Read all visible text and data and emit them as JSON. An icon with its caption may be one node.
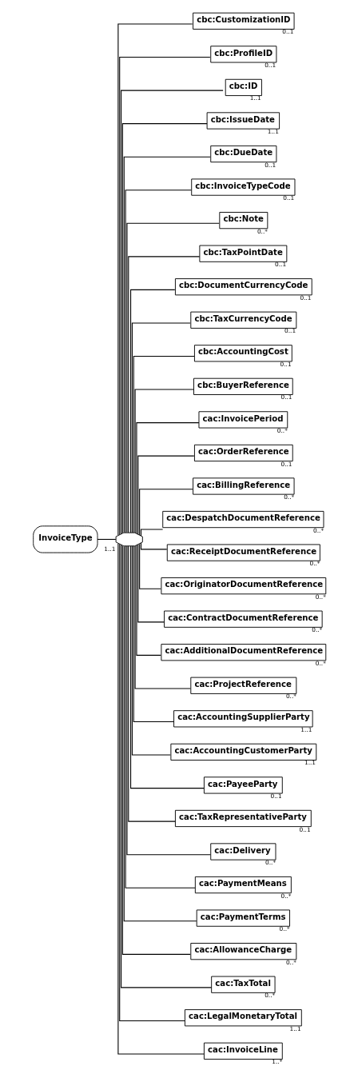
{
  "diagram": {
    "nodes": [
      {
        "text": [
          "InvoiceType"
        ]
      },
      {
        "text": [],
        "shape": "octagon",
        "beside": [
          "1..1"
        ]
      },
      {
        "text": [
          "cbc:CustomizationID"
        ],
        "beside": [
          "0..1"
        ]
      },
      {
        "text": [
          "cbc:ProfileID"
        ],
        "beside": [
          "0..1"
        ]
      },
      {
        "text": [
          "cbc:ID"
        ],
        "beside": [
          "1..1"
        ]
      },
      {
        "text": [
          "cbc:IssueDate"
        ],
        "beside": [
          "1..1"
        ]
      },
      {
        "text": [
          "cbc:DueDate"
        ],
        "beside": [
          "0..1"
        ]
      },
      {
        "text": [
          "cbc:InvoiceTypeCode"
        ],
        "beside": [
          "0..1"
        ]
      },
      {
        "text": [
          "cbc:Note"
        ],
        "beside": [
          "0..*"
        ]
      },
      {
        "text": [
          "cbc:TaxPointDate"
        ],
        "beside": [
          "0..1"
        ]
      },
      {
        "text": [
          "cbc:DocumentCurrencyCode"
        ],
        "beside": [
          "0..1"
        ]
      },
      {
        "text": [
          "cbc:TaxCurrencyCode"
        ],
        "beside": [
          "0..1"
        ]
      },
      {
        "text": [
          "cbc:AccountingCost"
        ],
        "beside": [
          "0..1"
        ]
      },
      {
        "text": [
          "cbc:BuyerReference"
        ],
        "beside": [
          "0..1"
        ]
      },
      {
        "text": [
          "cac:InvoicePeriod"
        ],
        "beside": [
          "0..*"
        ]
      },
      {
        "text": [
          "cac:OrderReference"
        ],
        "beside": [
          "0..1"
        ]
      },
      {
        "text": [
          "cac:BillingReference"
        ],
        "beside": [
          "0..*"
        ]
      },
      {
        "text": [
          "cac:DespatchDocumentReference"
        ],
        "beside": [
          "0..*"
        ]
      },
      {
        "text": [
          "cac:ReceiptDocumentReference"
        ],
        "beside": [
          "0..*"
        ]
      },
      {
        "text": [
          "cac:OriginatorDocumentReference"
        ],
        "beside": [
          "0..*"
        ]
      },
      {
        "text": [
          "cac:ContractDocumentReference"
        ],
        "beside": [
          "0..*"
        ]
      },
      {
        "text": [
          "cac:AdditionalDocumentReference"
        ],
        "beside": [
          "0..*"
        ]
      },
      {
        "text": [
          "cac:ProjectReference"
        ],
        "beside": [
          "0..*"
        ]
      },
      {
        "text": [
          "cac:AccountingSupplierParty"
        ],
        "beside": [
          "1..1"
        ]
      },
      {
        "text": [
          "cac:AccountingCustomerParty"
        ],
        "beside": [
          "1..1"
        ]
      },
      {
        "text": [
          "cac:PayeeParty"
        ],
        "beside": [
          "0..1"
        ]
      },
      {
        "text": [
          "cac:TaxRepresentativeParty"
        ],
        "beside": [
          "0..1"
        ]
      },
      {
        "text": [
          "cac:Delivery"
        ],
        "beside": [
          "0..*"
        ]
      },
      {
        "text": [
          "cac:PaymentMeans"
        ],
        "beside": [
          "0..*"
        ]
      },
      {
        "text": [
          "cac:PaymentTerms"
        ],
        "beside": [
          "0..*"
        ]
      },
      {
        "text": [
          "cac:AllowanceCharge"
        ],
        "beside": [
          "0..*"
        ]
      },
      {
        "text": [
          "cac:TaxTotal"
        ],
        "beside": [
          "0..*"
        ]
      },
      {
        "text": [
          "cac:LegalMonetaryTotal"
        ],
        "beside": [
          "1..1"
        ]
      },
      {
        "text": [
          "cac:InvoiceLine"
        ],
        "beside": [
          "1..*"
        ]
      }
    ],
    "edges": [
      {
        "from": 0,
        "to": 1,
        "arrow": "none"
      },
      {
        "from": 1,
        "to": 2,
        "arrow": "none"
      },
      {
        "from": 1,
        "to": 3,
        "arrow": "none"
      },
      {
        "from": 1,
        "to": 4,
        "arrow": "none"
      },
      {
        "from": 1,
        "to": 5,
        "arrow": "none"
      },
      {
        "from": 1,
        "to": 6,
        "arrow": "none"
      },
      {
        "from": 1,
        "to": 7,
        "arrow": "none"
      },
      {
        "from": 1,
        "to": 8,
        "arrow": "none"
      },
      {
        "from": 1,
        "to": 9,
        "arrow": "none"
      },
      {
        "from": 1,
        "to": 10,
        "arrow": "none"
      },
      {
        "from": 1,
        "to": 11,
        "arrow": "none"
      },
      {
        "from": 1,
        "to": 12,
        "arrow": "none"
      },
      {
        "from": 1,
        "to": 13,
        "arrow": "none"
      },
      {
        "from": 1,
        "to": 14,
        "arrow": "none"
      },
      {
        "from": 1,
        "to": 15,
        "arrow": "none"
      },
      {
        "from": 1,
        "to": 16,
        "arrow": "none"
      },
      {
        "from": 1,
        "to": 17,
        "arrow": "none"
      },
      {
        "from": 1,
        "to": 18,
        "arrow": "none"
      },
      {
        "from": 1,
        "to": 19,
        "arrow": "none"
      },
      {
        "from": 1,
        "to": 20,
        "arrow": "none"
      },
      {
        "from": 1,
        "to": 21,
        "arrow": "none"
      },
      {
        "from": 1,
        "to": 22,
        "arrow": "none"
      },
      {
        "from": 1,
        "to": 23,
        "arrow": "none"
      },
      {
        "from": 1,
        "to": 24,
        "arrow": "none"
      },
      {
        "from": 1,
        "to": 25,
        "arrow": "none"
      },
      {
        "from": 1,
        "to": 26,
        "arrow": "none"
      },
      {
        "from": 1,
        "to": 27,
        "arrow": "none"
      },
      {
        "from": 1,
        "to": 28,
        "arrow": "none"
      },
      {
        "from": 1,
        "to": 29,
        "arrow": "none"
      },
      {
        "from": 1,
        "to": 30,
        "arrow": "none"
      },
      {
        "from": 1,
        "to": 31,
        "arrow": "none"
      },
      {
        "from": 1,
        "to": 32,
        "arrow": "none"
      },
      {
        "from": 1,
        "to": 33,
        "arrow": "none"
      }
    ]
  }
}
